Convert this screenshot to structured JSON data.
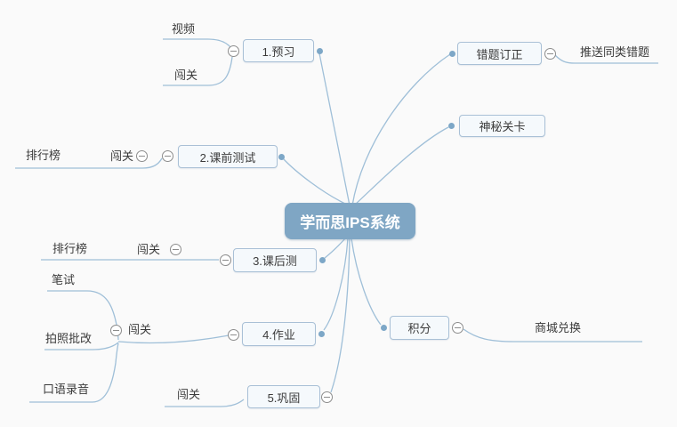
{
  "mindmap": {
    "root": {
      "label": "学而思IPS系统"
    },
    "branches": [
      {
        "label": "1.预习",
        "children": [
          {
            "label": "视频"
          },
          {
            "label": "闯关"
          }
        ]
      },
      {
        "label": "错题订正",
        "children": [
          {
            "label": "推送同类错题"
          }
        ]
      },
      {
        "label": "神秘关卡",
        "children": []
      },
      {
        "label": "2.课前测试",
        "children": [
          {
            "label": "闯关",
            "children": [
              {
                "label": "排行榜"
              }
            ]
          }
        ]
      },
      {
        "label": "3.课后测",
        "children": [
          {
            "label": "闯关",
            "children": [
              {
                "label": "排行榜"
              }
            ]
          }
        ]
      },
      {
        "label": "4.作业",
        "children": [
          {
            "label": "闯关",
            "children": [
              {
                "label": "笔试"
              },
              {
                "label": "拍照批改"
              },
              {
                "label": "口语录音"
              }
            ]
          }
        ]
      },
      {
        "label": "5.巩固",
        "children": [
          {
            "label": "闯关"
          }
        ]
      },
      {
        "label": "积分",
        "children": [
          {
            "label": "商城兑换"
          }
        ]
      }
    ]
  },
  "colors": {
    "background": "#fafafa",
    "root_fill": "#7fa6c4",
    "root_text": "#ffffff",
    "node_fill": "#f5f9fc",
    "node_border": "#a9c0d6",
    "branch_line": "#9fbfd8",
    "connector_dot": "#7da7c7",
    "expander_border": "#8c8c8c",
    "text": "#3b3b3b"
  }
}
